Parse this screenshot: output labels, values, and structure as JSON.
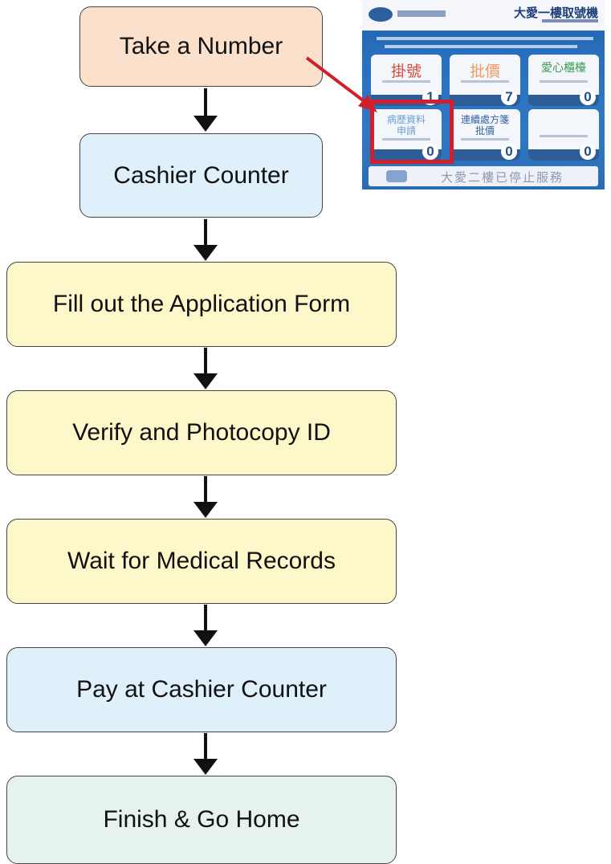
{
  "flow": {
    "steps": [
      {
        "label": "Take a Number"
      },
      {
        "label": "Cashier Counter"
      },
      {
        "label": "Fill out the Application Form"
      },
      {
        "label": "Verify and Photocopy ID"
      },
      {
        "label": "Wait for Medical Records"
      },
      {
        "label": "Pay at Cashier Counter"
      },
      {
        "label": "Finish & Go Home"
      }
    ]
  },
  "kiosk": {
    "title": "大愛一樓取號機",
    "tiles": [
      {
        "zh": "掛號",
        "count": "1",
        "color": "#d64a3a"
      },
      {
        "zh": "批價",
        "count": "7",
        "color": "#f29a63"
      },
      {
        "zh": "愛心櫃檯",
        "count": "0",
        "color": "#3b9a52"
      },
      {
        "zh": "病歷資料\n申請",
        "count": "0",
        "color": "#6a9fd6"
      },
      {
        "zh": "連續處方箋\n批價",
        "count": "0",
        "color": "#3465a4"
      },
      {
        "zh": "",
        "count": "0",
        "color": "#3465a4"
      }
    ],
    "bottom_text": "大愛二樓已停止服務"
  },
  "colors": {
    "pointer_arrow": "#d21f2b",
    "highlight_border": "#d21f2b"
  }
}
